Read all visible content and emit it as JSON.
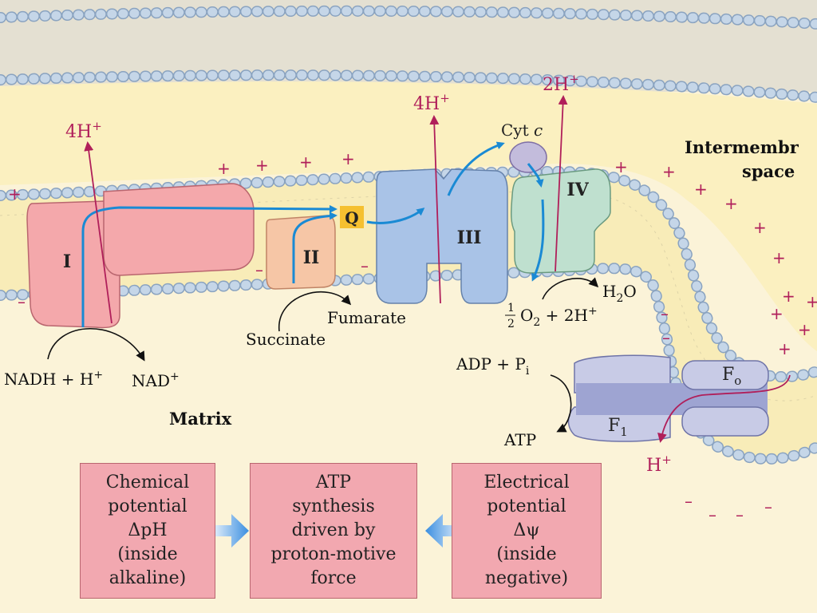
{
  "labels": {
    "intermembrane_space_line1": "Intermembr",
    "intermembrane_space_line2": "space",
    "matrix": "Matrix"
  },
  "complexes": {
    "I": "I",
    "II": "II",
    "III": "III",
    "IV": "IV",
    "Q": "Q",
    "cyt_c_main": "Cyt ",
    "cyt_c_italic": "c",
    "F0_main": "F",
    "F0_sub": "o",
    "F1_main": "F",
    "F1_sub": "1"
  },
  "protons": {
    "h4_left": "4H",
    "h4_mid": "4H",
    "h2": "2H",
    "plus_sup": "+",
    "hplus": "H"
  },
  "reactions": {
    "nadh": "NADH + H",
    "nad": "NAD",
    "succinate": "Succinate",
    "fumarate": "Fumarate",
    "half_num": "1",
    "half_den": "2",
    "o2_main": "O",
    "o2_sub": "2",
    "o2_rest": " + 2H",
    "h2o_h": "H",
    "h2o_sub": "2",
    "h2o_o": "O",
    "adp": "ADP + P",
    "adp_sub": "i",
    "atp": "ATP"
  },
  "charges": {
    "plus": "+",
    "minus": "–"
  },
  "boxes": {
    "chemical": [
      "Chemical",
      "potential",
      "ΔpH",
      "(inside",
      "alkaline)"
    ],
    "atp_synthesis": [
      "ATP",
      "synthesis",
      "driven by",
      "proton-motive",
      "force"
    ],
    "electrical": [
      "Electrical",
      "potential",
      "Δψ",
      "(inside",
      "negative)"
    ]
  },
  "colors": {
    "background": "#fbf3d8",
    "membrane_fill": "#f8ecb8",
    "lipid_head": "#c5d6e8",
    "complex_I": "#f4a8ab",
    "complex_II": "#f6c6a6",
    "complex_III": "#a9c3e7",
    "complex_IV": "#bfe0cf",
    "atp_synthase": "#c8cbe6",
    "quinone": "#f5c030",
    "arrow_blue": "#1a8ad4",
    "proton_red": "#b01f5a",
    "box_pink": "#f2a8b0"
  }
}
